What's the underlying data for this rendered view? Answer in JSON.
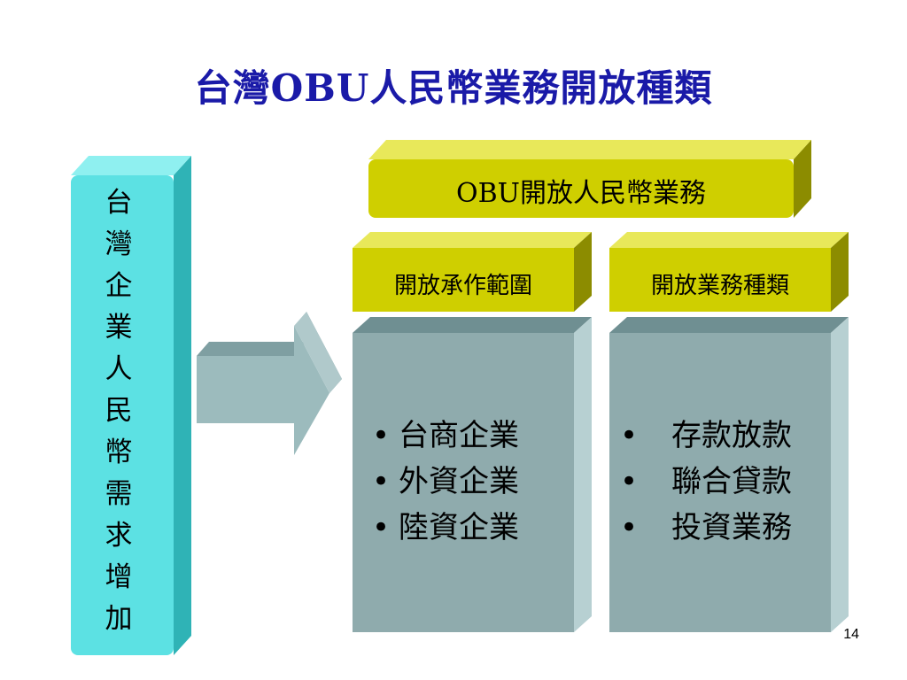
{
  "title": "台灣OBU人民幣業務開放種類",
  "left_box": {
    "chars": [
      "台",
      "灣",
      "企",
      "業",
      "人",
      "民",
      "幣",
      "需",
      "求",
      "增",
      "加"
    ]
  },
  "top_box": {
    "label": "OBU開放人民幣業務"
  },
  "scope_box": {
    "label": "開放承作範圍",
    "bullet": "•",
    "items": [
      "台商企業",
      "外資企業",
      "陸資企業"
    ]
  },
  "types_box": {
    "label": "開放業務種類",
    "bullet": "•",
    "items": [
      "存款放款",
      "聯合貸款",
      "投資業務"
    ]
  },
  "page_number": "14",
  "colors": {
    "title": "#1a1aa8",
    "cyan_front": "#5ce1e3",
    "cyan_top": "#8ff0f0",
    "cyan_side": "#2fb3b6",
    "olive_front": "#cfcf00",
    "olive_top": "#e8e85a",
    "olive_side": "#8c8c00",
    "gray_front": "#8fabad",
    "gray_top": "#6f8f92",
    "gray_side": "#b7d0d2",
    "arrow_front": "#9cbbbd",
    "arrow_top": "#7f9fa2"
  }
}
